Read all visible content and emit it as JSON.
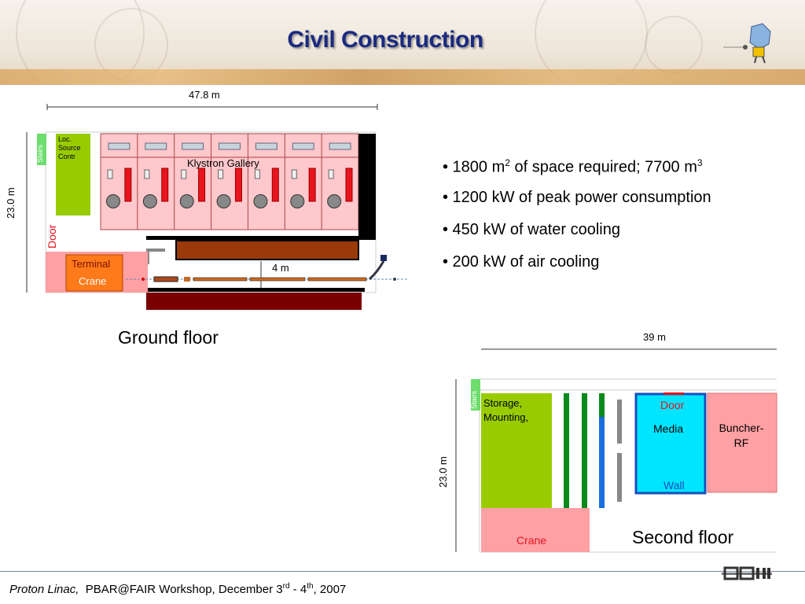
{
  "header": {
    "title": "Civil Construction"
  },
  "ground_floor": {
    "width_label": "47.8 m",
    "height_label": "23.0 m",
    "stairs_label": "Stairs",
    "source_label": "Loc.\nSource\nContr",
    "klystron_label": "Klystron Gallery",
    "door_label": "Door",
    "terminal_label": "Terminal",
    "crane_label": "Crane",
    "tunnel_label": "4 m",
    "caption": "Ground floor"
  },
  "bullets": [
    {
      "text": "• 1800 m",
      "sup": "2",
      "rest": " of space required;  7700 m",
      "sup2": "3"
    },
    {
      "text": "• 1200 kW of peak power consumption"
    },
    {
      "text": "• 450 kW of water cooling"
    },
    {
      "text": "• 200 kW of air cooling"
    }
  ],
  "second_floor": {
    "width_label": "39 m",
    "height_label": "23.0 m",
    "stairs_label": "Stairs",
    "storage_label": "Storage,\nMounting,",
    "door_label": "Door",
    "media_label": "Media",
    "wall_label": "Wall",
    "buncher_label": "Buncher-\nRF",
    "crane_label": "Crane",
    "caption": "Second floor"
  },
  "footer": {
    "italic": "Proton Linac,",
    "text_a": "  PBAR@FAIR Workshop, December 3",
    "sup_a": "rd",
    "text_b": " - 4",
    "sup_b": "th",
    "text_c": ", 2007"
  },
  "colors": {
    "title": "#1a2a80",
    "klystron_bg": "#ffc8cc",
    "source_green": "#99cc00",
    "red_rack": "#e8141e",
    "crane_orange": "#ff7a1a",
    "terminal_pink": "#ffa0a4",
    "tunnel_brown": "#9a3a08",
    "dark_red_bar": "#7a0000",
    "media_cyan": "#00e5ff",
    "wall_blue": "#1a4dbb",
    "pipe_green": "#0a8a1a"
  }
}
